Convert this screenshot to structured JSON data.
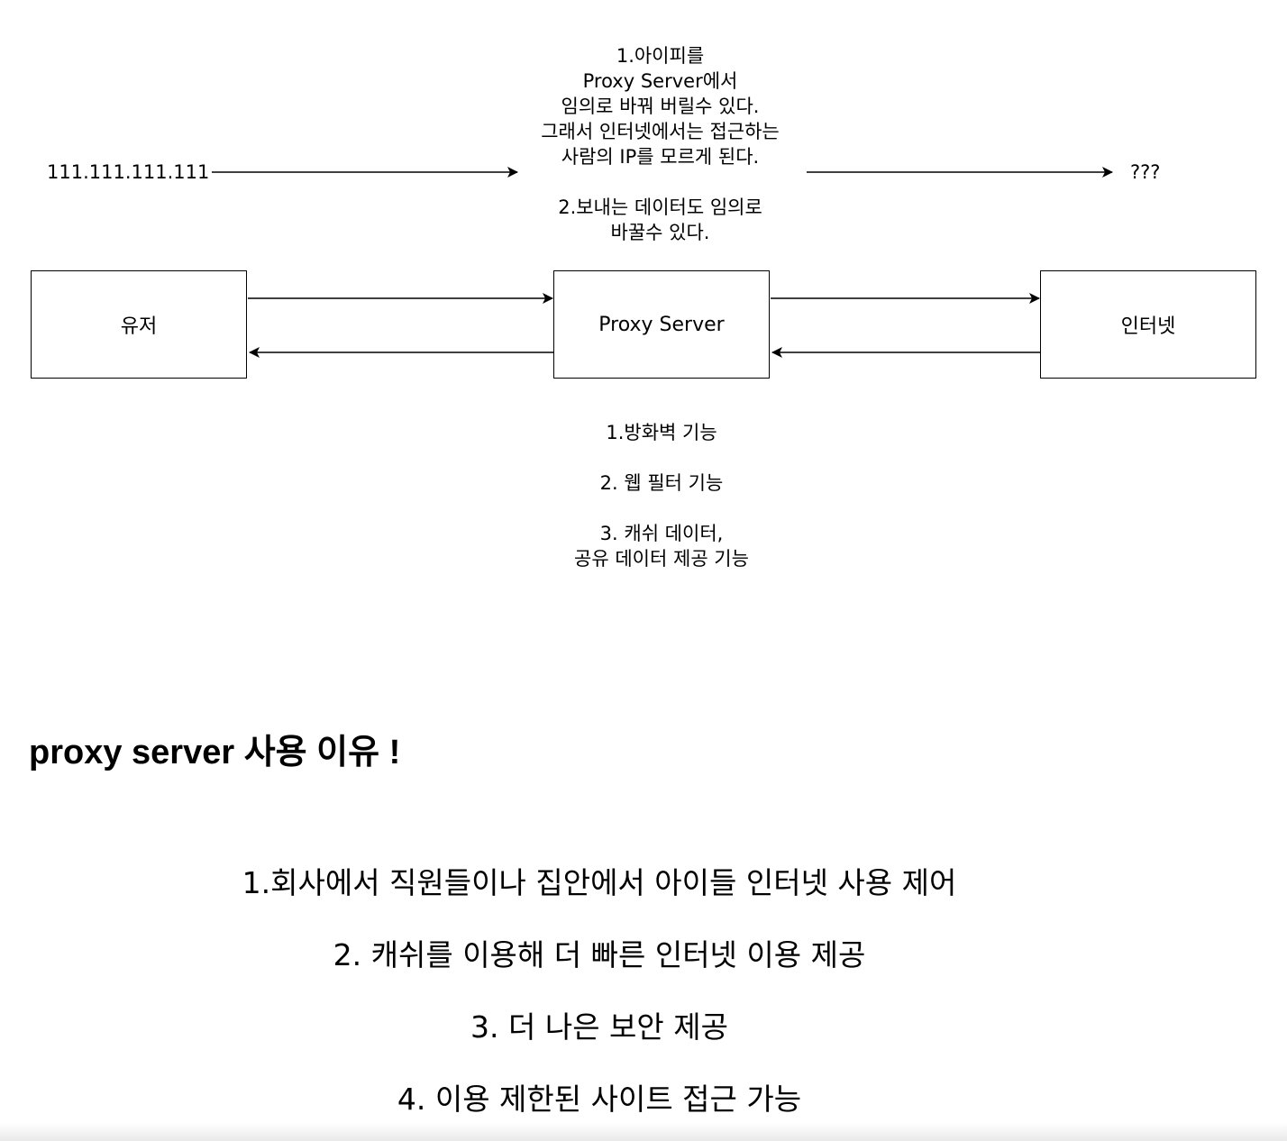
{
  "diagram": {
    "nodes": {
      "user": "유저",
      "proxy": "Proxy Server",
      "internet": "인터넷"
    },
    "ip_label": "111.111.111.111",
    "unknown_label": "???",
    "top_note": "1.아이피를\nProxy Server에서\n임의로 바꿔 버릴수 있다.\n그래서 인터넷에서는 접근하는\n사람의 IP를 모르게 된다.\n\n2.보내는 데이터도 임의로\n바꿀수 있다.",
    "bottom_note": "1.방화벽 기능\n\n2. 웹 필터 기능\n\n3. 캐쉬 데이터,\n공유 데이터 제공 기능"
  },
  "section": {
    "title": "proxy server 사용 이유 !",
    "reasons": [
      "1.회사에서 직원들이나 집안에서 아이들 인터넷 사용 제어",
      "2. 캐쉬를 이용해 더 빠른 인터넷 이용 제공",
      "3. 더 나은 보안 제공",
      "4. 이용 제한된 사이트 접근 가능"
    ]
  },
  "colors": {
    "line": "#000000",
    "background": "#ffffff"
  }
}
